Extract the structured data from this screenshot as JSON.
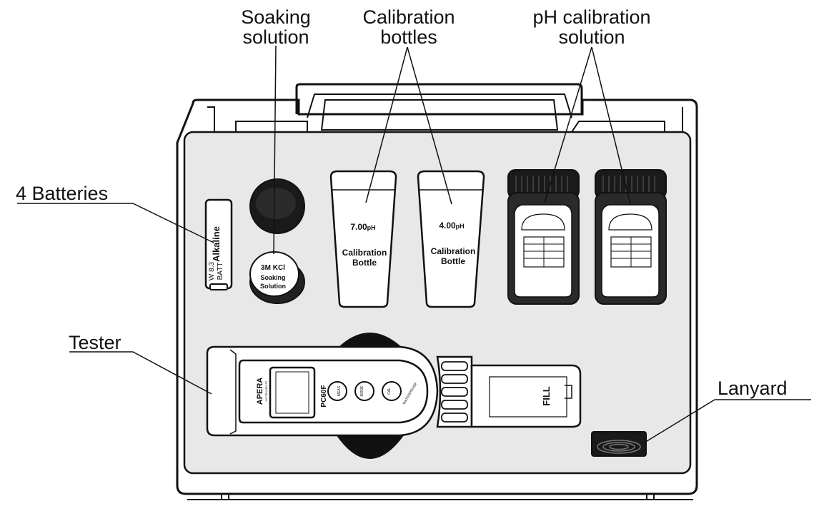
{
  "callouts": {
    "soaking_solution": [
      "Soaking",
      "solution"
    ],
    "calibration_bottles": [
      "Calibration",
      "bottles"
    ],
    "ph_calibration_solution": [
      "pH calibration",
      "solution"
    ],
    "batteries": "4 Batteries",
    "tester": "Tester",
    "lanyard": "Lanyard"
  },
  "battery": {
    "brand": "Alkaline",
    "model": "W 8.3",
    "type": "BATT"
  },
  "soaking_bottle": {
    "line1": "3M KCl",
    "line2": "Soaking",
    "line3": "Solution"
  },
  "calibration_bottles": [
    {
      "value": "7.00",
      "unit": "pH",
      "label_line1": "Calibration",
      "label_line2": "Bottle"
    },
    {
      "value": "4.00",
      "unit": "pH",
      "label_line1": "Calibration",
      "label_line2": "Bottle"
    }
  ],
  "tester": {
    "brand": "APERA",
    "brand_sub": "INSTRUMENTS",
    "model": "PC60F",
    "buttons": [
      "MEAS",
      "MODE",
      "CAL"
    ],
    "waterproof": "WATERPROOF",
    "cap_label": "FILL"
  },
  "colors": {
    "line": "#111111",
    "foam": "#e8e8e8",
    "case": "#ffffff",
    "dark": "#1a1a1a"
  }
}
